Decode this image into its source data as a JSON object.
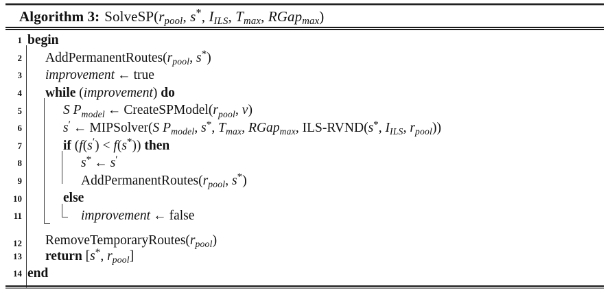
{
  "algorithm": {
    "label": "Algorithm 3:",
    "name": "SolveSP",
    "signature_params": [
      "r_pool",
      "s*",
      "I_ILS",
      "T_max",
      "RGap_max"
    ],
    "title_plain": "Algorithm 3: SolveSP(r_pool, s*, I_ILS, T_max, RGap_max)",
    "total_lines": 14,
    "style": "ruled",
    "colors": {
      "text": "#111111",
      "rule": "#1a1a1a",
      "guide": "#3a3a3a",
      "background": "#ffffff"
    }
  },
  "lines": [
    {
      "num": "1",
      "indent": 0,
      "text": "begin"
    },
    {
      "num": "2",
      "indent": 1,
      "text": "AddPermanentRoutes(r_pool, s*)"
    },
    {
      "num": "3",
      "indent": 1,
      "text": "improvement ← true"
    },
    {
      "num": "4",
      "indent": 1,
      "text": "while (improvement) do"
    },
    {
      "num": "5",
      "indent": 2,
      "text": "SP_model ← CreateSPModel(r_pool, v)"
    },
    {
      "num": "6",
      "indent": 2,
      "text": "s' ← MIPSolver(SP_model, s*, T_max, RGap_max, ILS-RVND(s*, I_ILS, r_pool))"
    },
    {
      "num": "7",
      "indent": 2,
      "text": "if (f(s') < f(s*)) then"
    },
    {
      "num": "8",
      "indent": 3,
      "text": "s* ← s'"
    },
    {
      "num": "9",
      "indent": 3,
      "text": "AddPermanentRoutes(r_pool, s*)"
    },
    {
      "num": "10",
      "indent": 2,
      "text": "else"
    },
    {
      "num": "11",
      "indent": 3,
      "text": "improvement ← false"
    },
    {
      "num": "12",
      "indent": 1,
      "text": "RemoveTemporaryRoutes(r_pool)"
    },
    {
      "num": "13",
      "indent": 1,
      "text": "return [s*, r_pool]"
    },
    {
      "num": "14",
      "indent": 0,
      "text": "end"
    }
  ],
  "keywords": {
    "begin": "begin",
    "end": "end",
    "while": "while",
    "do": "do",
    "if": "if",
    "then": "then",
    "else": "else",
    "return": "return"
  },
  "literals": {
    "true": "true",
    "false": "false"
  },
  "calls": {
    "add_permanent_routes": "AddPermanentRoutes",
    "create_sp_model": "CreateSPModel",
    "mip_solver": "MIPSolver",
    "ils_rvnd": "ILS-RVND",
    "remove_temporary_routes": "RemoveTemporaryRoutes",
    "solve_sp": "SolveSP"
  },
  "symbols": {
    "assign": "←",
    "less_than": "<"
  }
}
